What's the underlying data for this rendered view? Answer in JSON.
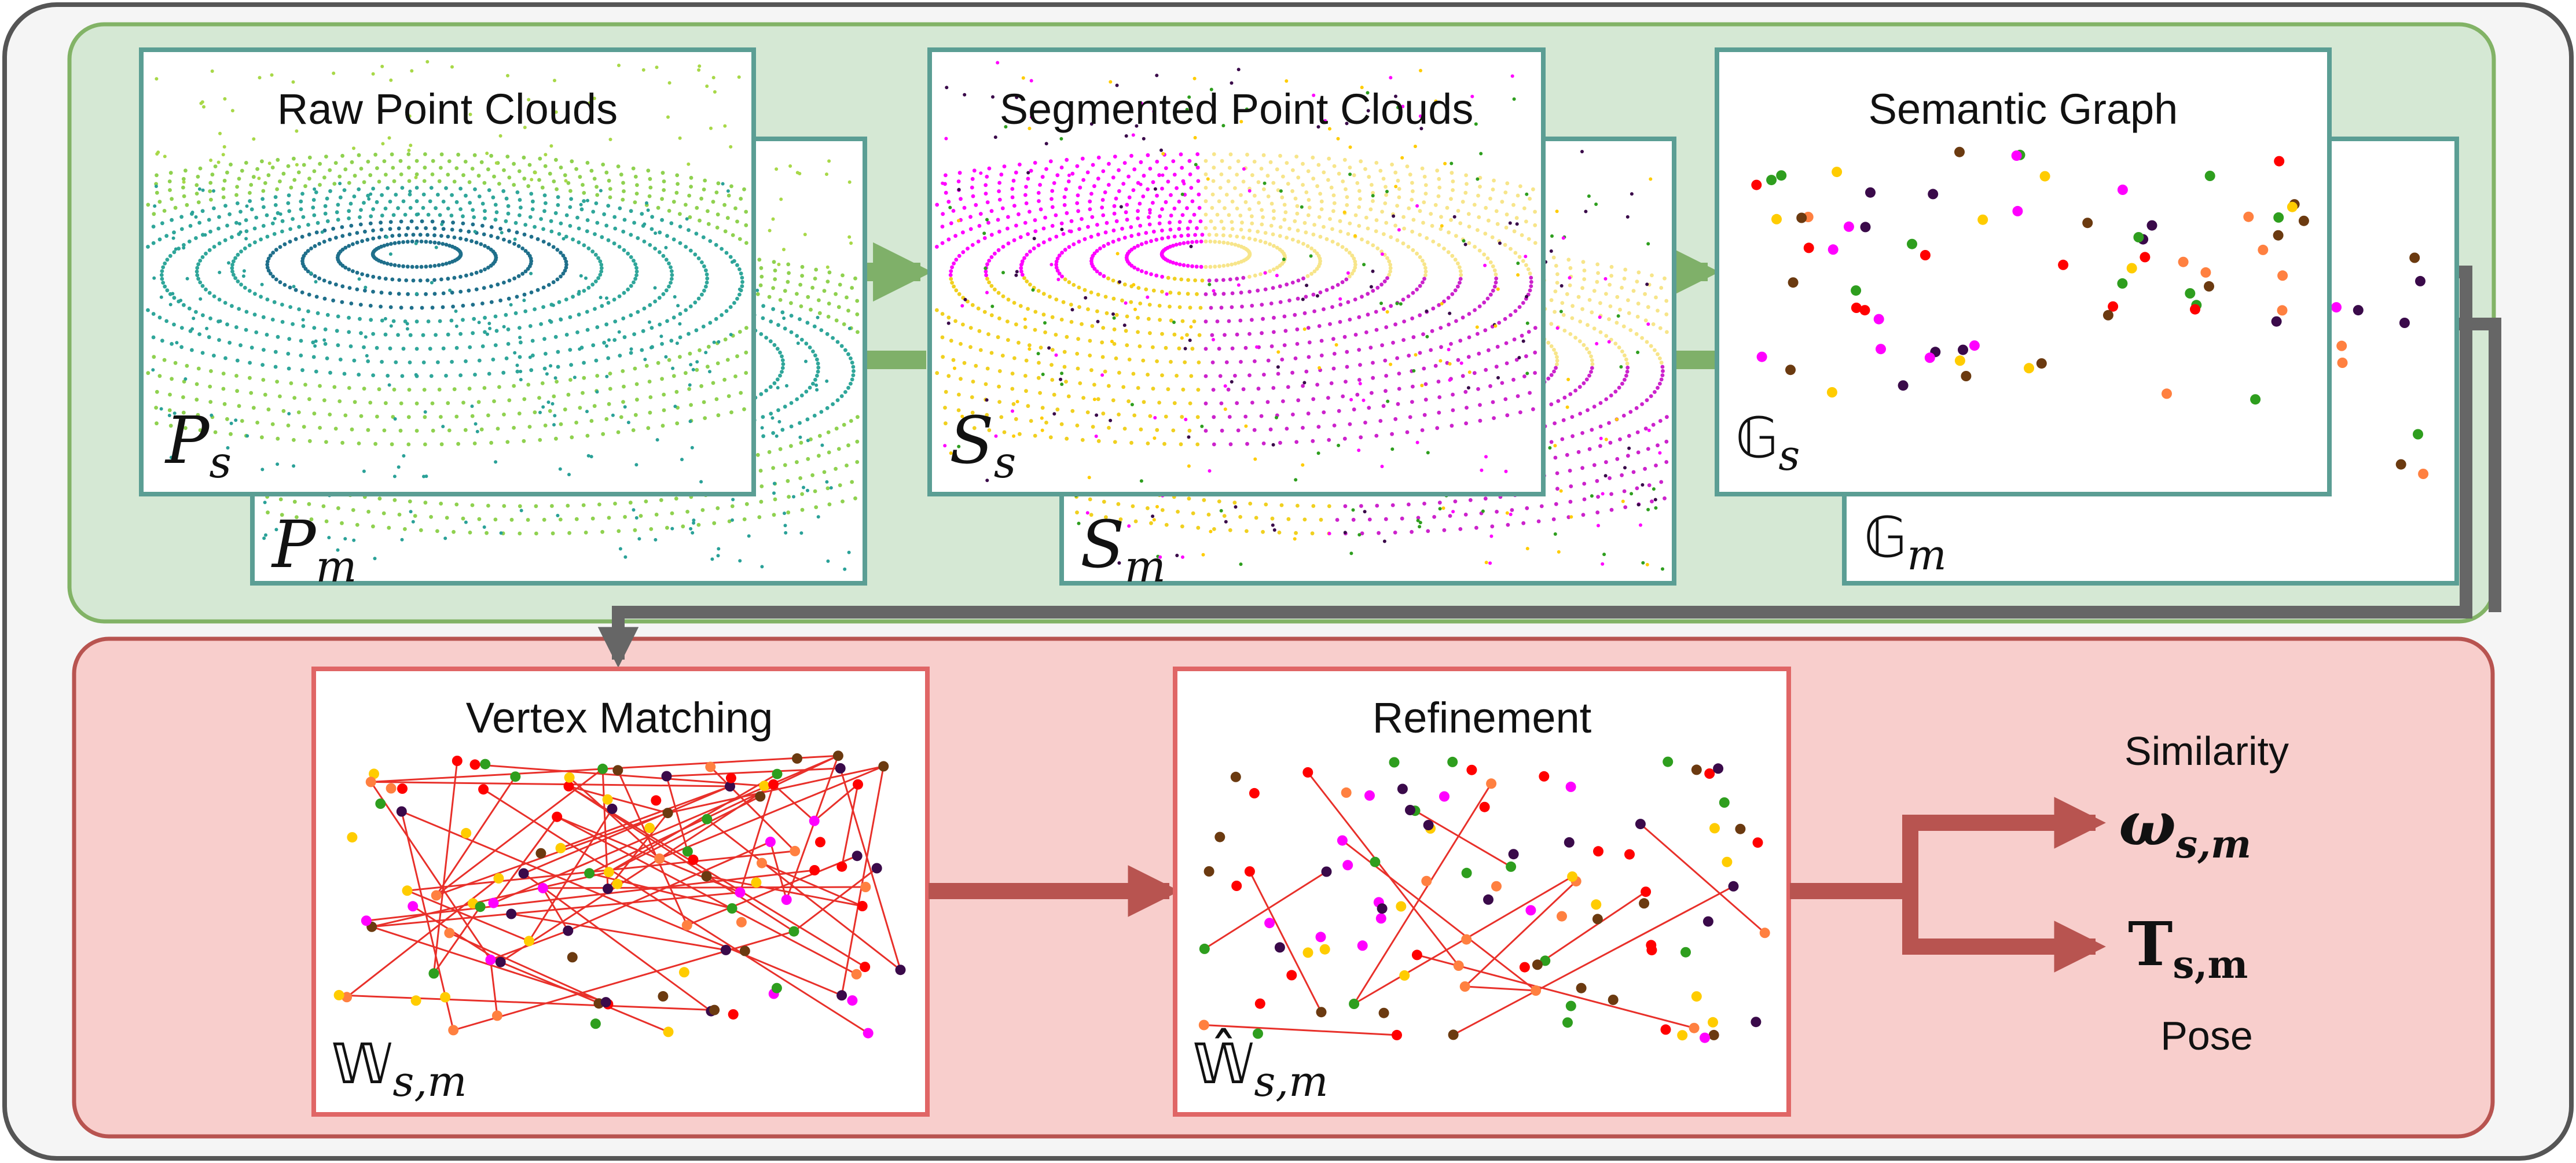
{
  "stages_top": {
    "raw": {
      "title": "Raw Point Clouds",
      "var_front": "P",
      "sub_front": "s",
      "var_back": "P",
      "sub_back": "m"
    },
    "segmented": {
      "title": "Segmented Point Clouds",
      "var_front": "S",
      "sub_front": "s",
      "var_back": "S",
      "sub_back": "m"
    },
    "graph": {
      "title": "Semantic Graph",
      "var_front": "𝔾",
      "sub_front": "s",
      "var_back": "𝔾",
      "sub_back": "m"
    }
  },
  "stages_bottom": {
    "matching": {
      "title": "Vertex Matching",
      "var": "𝕎",
      "sub": "s,m"
    },
    "refinement": {
      "title": "Refinement",
      "var": "𝕎̂",
      "sub": "s,m"
    }
  },
  "outputs": {
    "similarity": {
      "label": "Similarity",
      "symbol": "ω",
      "sub": "s,m"
    },
    "pose": {
      "label": "Pose",
      "symbol": "T",
      "sub": "s,m"
    }
  },
  "colors": {
    "panel_top_fill": "#d5e8d4",
    "panel_top_stroke": "#82b366",
    "panel_bottom_fill": "#f8cecc",
    "panel_bottom_stroke": "#b85450",
    "box_top_stroke": "#5b9e94",
    "box_bottom_stroke": "#e06666",
    "arrow_green": "#7fb069",
    "arrow_red": "#b85450",
    "connector_gray": "#666666",
    "semantic_points": [
      "#2e9e1e",
      "#ff00ff",
      "#3a0a4a",
      "#ffcc00",
      "#ff0000",
      "#6b3a10",
      "#ff8040"
    ]
  }
}
